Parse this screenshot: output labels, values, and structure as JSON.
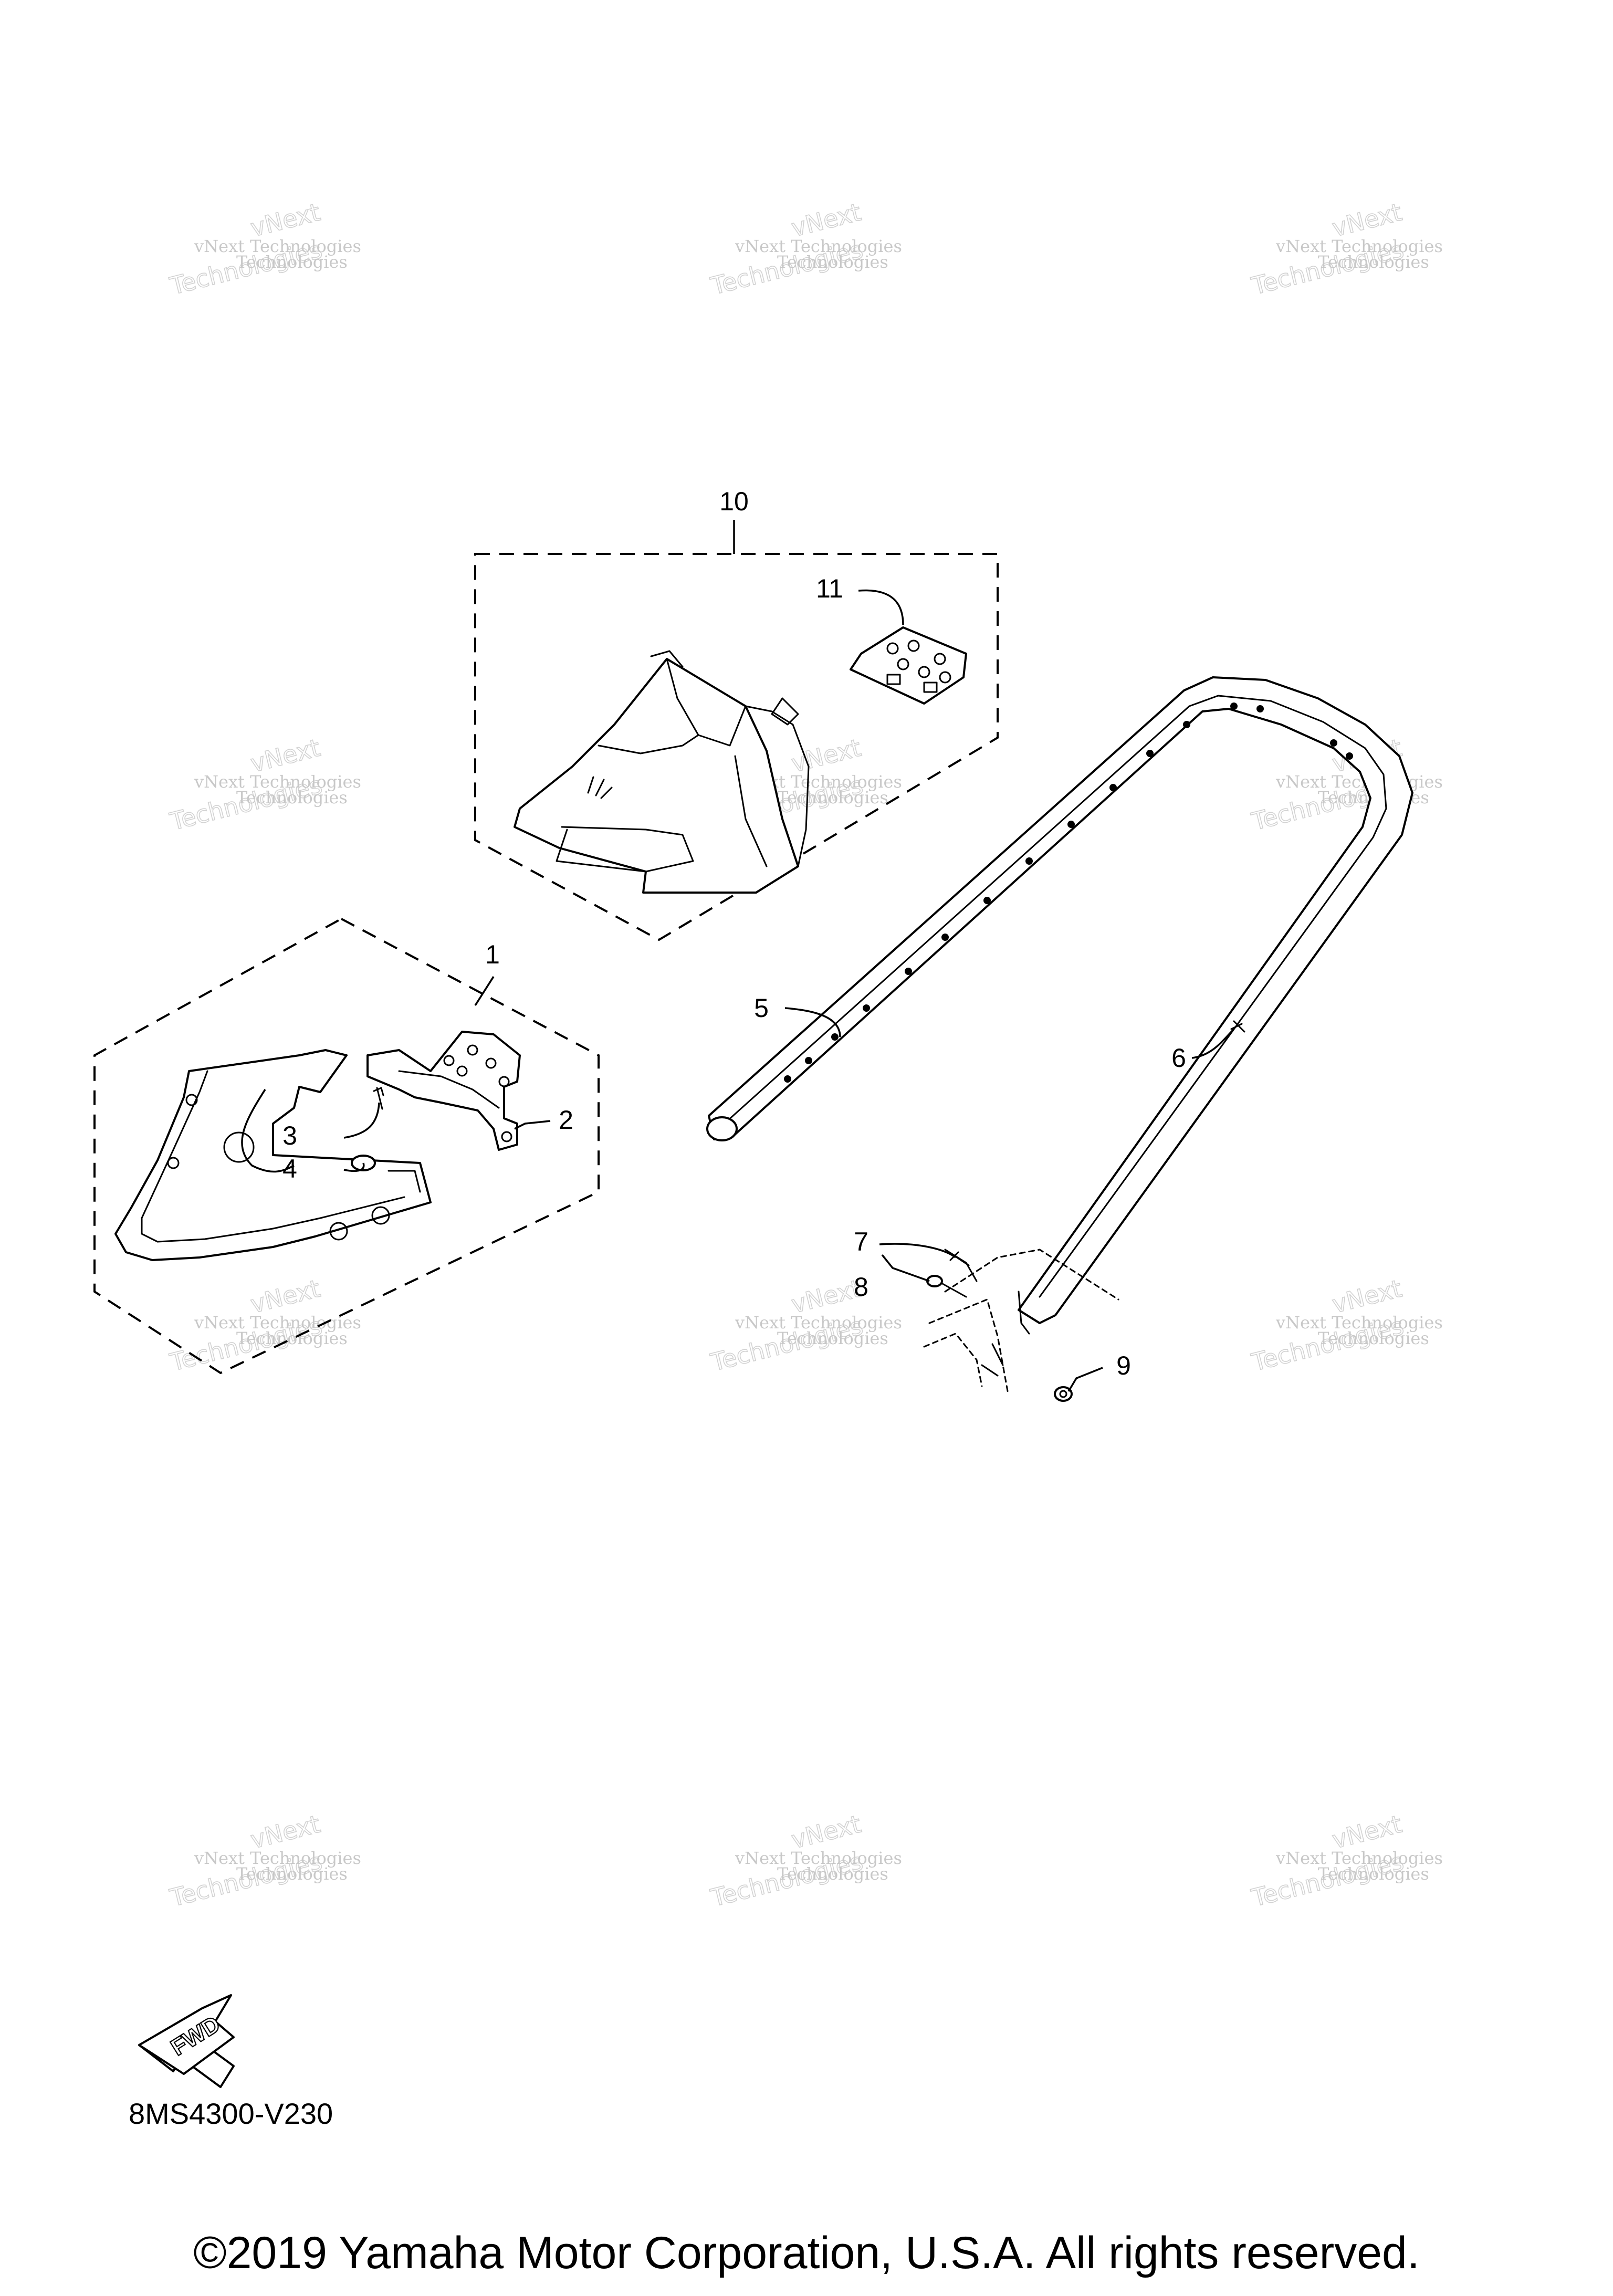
{
  "diagram": {
    "callouts": [
      "1",
      "2",
      "3",
      "4",
      "5",
      "6",
      "7",
      "8",
      "9",
      "10",
      "11"
    ],
    "part_code": "8MS4300-V230",
    "fwd_label": "FWD",
    "copyright": "©2019 Yamaha Motor Corporation, U.S.A. All rights reserved.",
    "watermark": {
      "line1": "vNext Technologies",
      "overlay1": "vNext",
      "overlay2": "Technologies"
    },
    "icons": {
      "fwd_arrow": "fwd-arrow-icon"
    }
  }
}
